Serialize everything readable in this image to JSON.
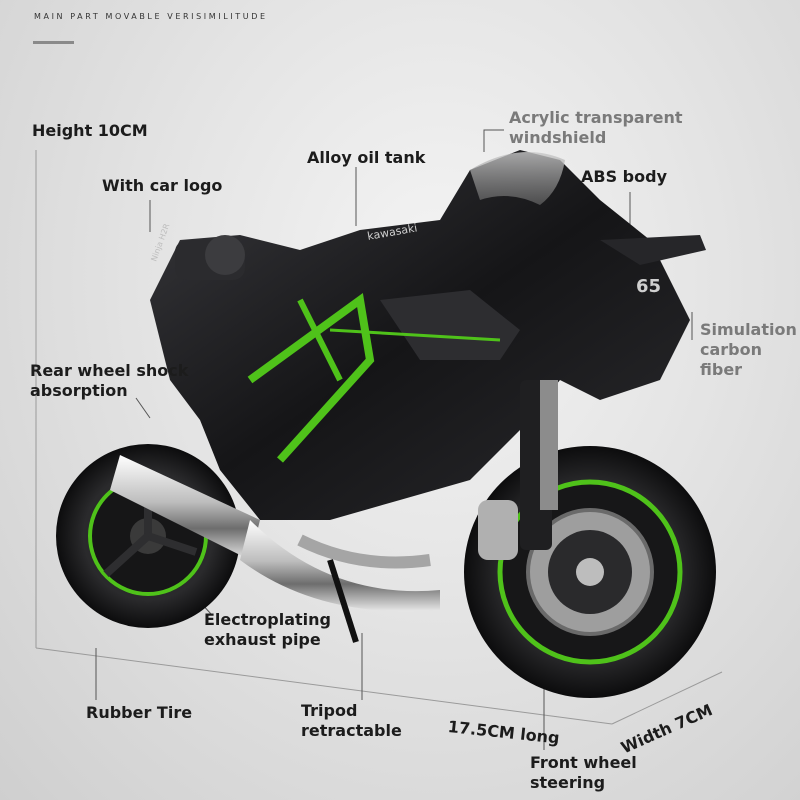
{
  "caption": "MAIN PART MOVABLE VERISIMILITUDE",
  "labels": {
    "height": "Height 10CM",
    "windshield_line1": "Acrylic transparent",
    "windshield_line2": "windshield",
    "oil_tank": "Alloy oil tank",
    "car_logo": "With car logo",
    "abs_body": "ABS body",
    "carbon_line1": "Simulation",
    "carbon_line2": "carbon",
    "carbon_line3": "fiber",
    "shock_line1": "Rear wheel shock",
    "shock_line2": "absorption",
    "exhaust_line1": "Electroplating",
    "exhaust_line2": "exhaust pipe",
    "tire": "Rubber Tire",
    "tripod_line1": "Tripod",
    "tripod_line2": "retractable",
    "length": "17.5CM long",
    "width": "Width 7CM",
    "steering_line1": "Front wheel",
    "steering_line2": "steering"
  },
  "model_badge": "Ninja H2R",
  "tank_text": "kawasaki",
  "fairing_number": "65",
  "colors": {
    "accent_green": "#4fc21a",
    "body_black": "#1a1a1c",
    "chrome": "#d9d9d9",
    "background": "#e6e6e6",
    "label_dark": "#1c1c1c",
    "label_grey": "#7a7a7a"
  }
}
